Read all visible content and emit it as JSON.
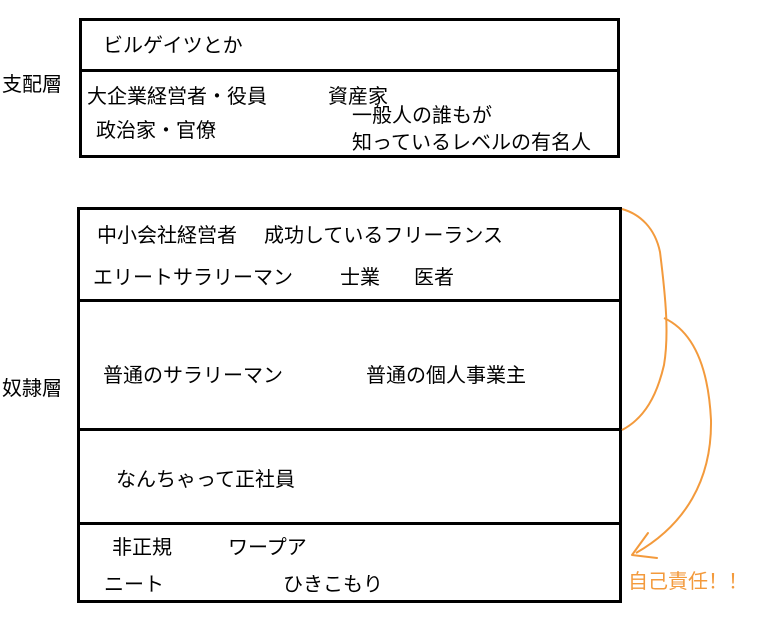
{
  "colors": {
    "line": "#000000",
    "accent": "#f39a3c",
    "background": "#ffffff"
  },
  "ruling_class": {
    "label": "支配層",
    "top_row": {
      "text": "ビルゲイツとか"
    },
    "second_row": {
      "item1": "大企業経営者・役員",
      "item2": "資産家",
      "item3": "政治家・官僚",
      "item4_line1": "一般人の誰もが",
      "item4_line2": "知っているレベルの有名人"
    }
  },
  "slave_class": {
    "label": "奴隷層",
    "tier1": {
      "item1": "中小会社経営者",
      "item2": "成功しているフリーランス",
      "item3": "エリートサラリーマン",
      "item4": "士業",
      "item5": "医者"
    },
    "tier2": {
      "item1": "普通のサラリーマン",
      "item2": "普通の個人事業主"
    },
    "tier3": {
      "item1": "なんちゃって正社員"
    },
    "tier4": {
      "item1": "非正規",
      "item2": "ワープア",
      "item3": "ニート",
      "item4": "ひきこもり"
    }
  },
  "annotation": {
    "text": "自己責任！！",
    "arrow_icon": "curved-arrow-icon"
  }
}
